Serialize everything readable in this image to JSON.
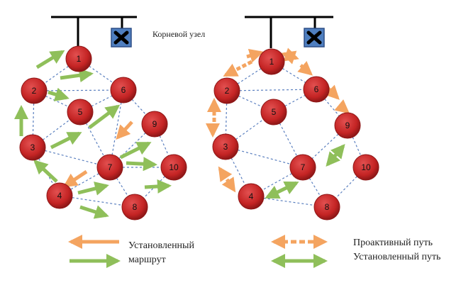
{
  "root_label": "Корневой узел",
  "legend": {
    "left_line1": "Установленный",
    "left_line2": "маршрут",
    "right_proactive": "Проактивный путь",
    "right_established": "Установленный путь"
  },
  "colors": {
    "node": "#cc2b2b",
    "node_dark": "#8e1717",
    "orange": "#f4a460",
    "green": "#8fbf5a",
    "edge": "#5a7fbf",
    "gateway_box": "#4f7fc0"
  },
  "icons": [
    "close-icon"
  ],
  "left_graph": {
    "nodes": [
      "1",
      "2",
      "3",
      "4",
      "5",
      "6",
      "7",
      "8",
      "9",
      "10"
    ]
  },
  "right_graph": {
    "nodes": [
      "1",
      "2",
      "3",
      "4",
      "5",
      "6",
      "7",
      "8",
      "9",
      "10"
    ]
  }
}
